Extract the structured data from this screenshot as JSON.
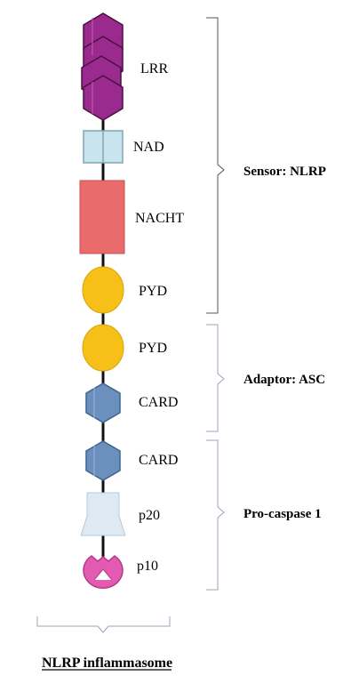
{
  "domains": {
    "lrr": "LRR",
    "nad": "NAD",
    "nacht": "NACHT",
    "pyd_sensor": "PYD",
    "pyd_adaptor": "PYD",
    "card_adaptor": "CARD",
    "card_procaspase": "CARD",
    "p20": "p20",
    "p10": "p10"
  },
  "groups": {
    "sensor": "Sensor: NLRP",
    "adaptor": "Adaptor: ASC",
    "procaspase": "Pro-caspase 1"
  },
  "caption": "NLRP inflammasome",
  "colors": {
    "lrr": "#9b2a8e",
    "nad": "#c9e4ec",
    "nacht": "#e96b6b",
    "pyd": "#f7c019",
    "card": "#6b90bd",
    "p20": "#ddeaf4",
    "p10": "#e35bb0",
    "bracket": "#9aa6bd"
  }
}
